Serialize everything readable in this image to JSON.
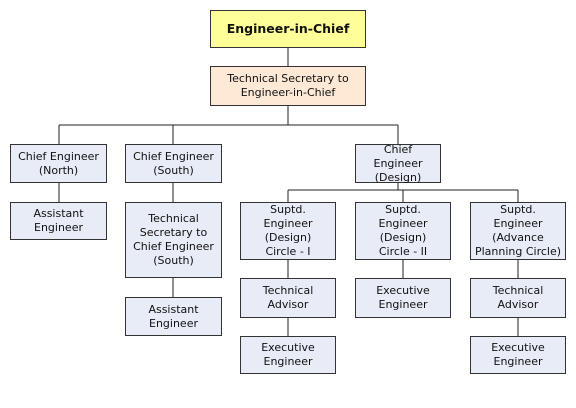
{
  "chart": {
    "root": "Engineer-in-Chief",
    "secretary": "Technical Secretary to\nEngineer-in-Chief",
    "ce_north": "Chief Engineer\n(North)",
    "ce_north_assistant": "Assistant\nEngineer",
    "ce_south": "Chief Engineer\n(South)",
    "ce_south_secretary": "Technical\nSecretary to\nChief Engineer\n(South)",
    "ce_south_assistant": "Assistant\nEngineer",
    "ce_design": "Chief Engineer\n(Design)",
    "se_circle_1": "Suptd. Engineer\n(Design)\nCircle - I",
    "se_circle_1_advisor": "Technical\nAdvisor",
    "se_circle_1_executive": "Executive\nEngineer",
    "se_circle_2": "Suptd. Engineer\n(Design)\nCircle - II",
    "se_circle_2_executive": "Executive\nEngineer",
    "se_advance": "Suptd. Engineer\n(Advance\nPlanning Circle)",
    "se_advance_advisor": "Technical\nAdvisor",
    "se_advance_executive": "Executive\nEngineer"
  },
  "colors": {
    "root_fill": "#ffff99",
    "secretary_fill": "#fde9d6",
    "node_fill": "#e8ecf6",
    "border": "#333333"
  }
}
